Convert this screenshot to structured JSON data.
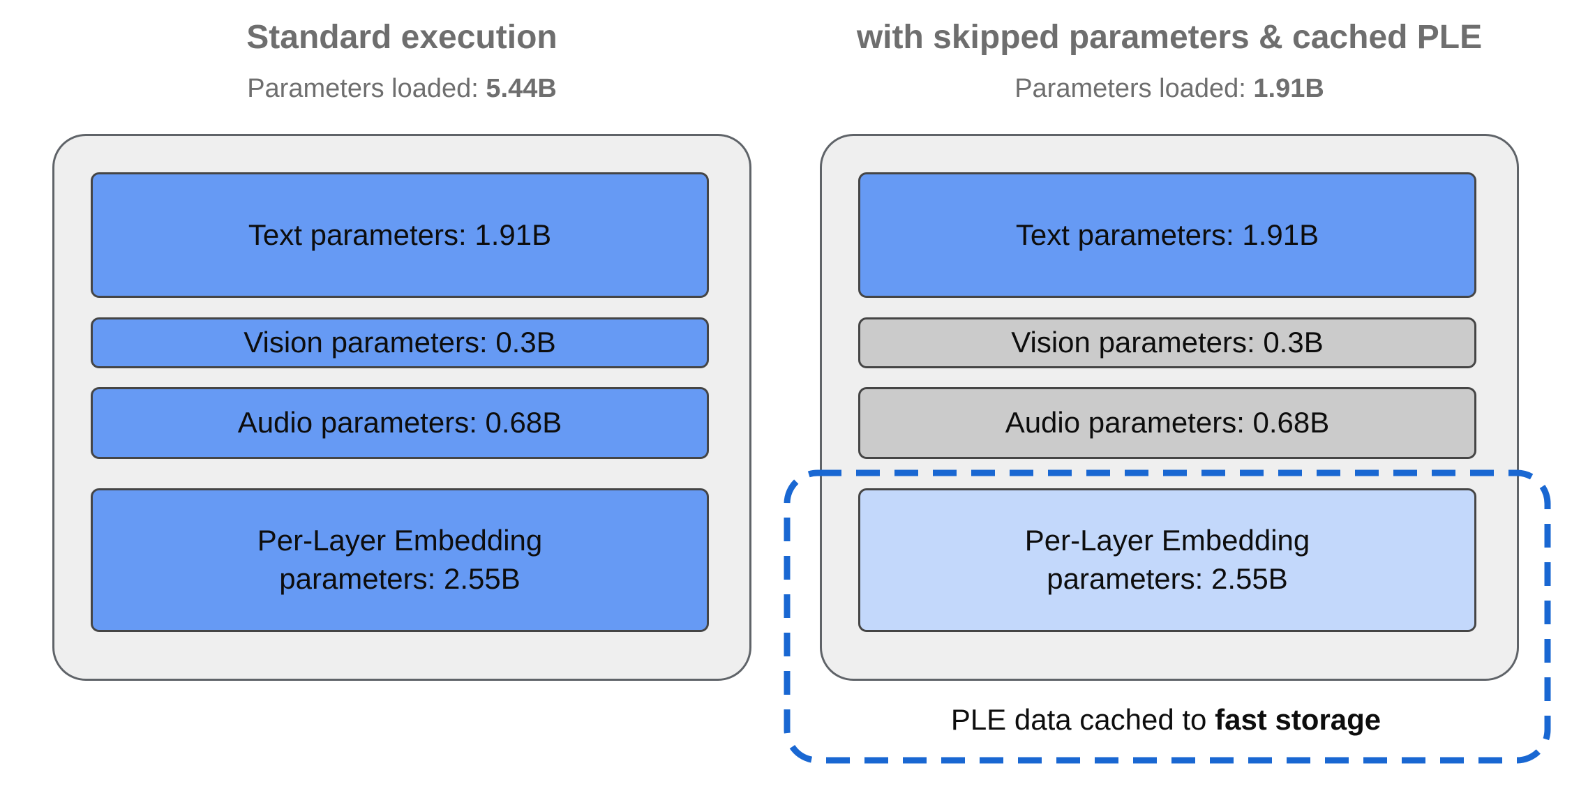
{
  "colors": {
    "blue": "#669af4",
    "light_blue": "#c3d8fb",
    "gray_box": "#cbcbcb",
    "container_bg": "#efefef",
    "container_border": "#5f6368",
    "box_border": "#454545",
    "dashed_blue": "#1967d2",
    "title_gray": "#6e6e6e",
    "text_black": "#0d0d0d"
  },
  "left": {
    "title": "Standard execution",
    "subtitle_label": "Parameters loaded: ",
    "subtitle_value": "5.44B",
    "boxes": [
      {
        "label": "Text parameters: 1.91B",
        "status": "loaded"
      },
      {
        "label": "Vision parameters: 0.3B",
        "status": "loaded"
      },
      {
        "label": "Audio parameters: 0.68B",
        "status": "loaded"
      },
      {
        "label": "Per-Layer Embedding parameters: 2.55B",
        "lines": [
          "Per-Layer Embedding",
          "parameters: 2.55B"
        ],
        "status": "loaded"
      }
    ]
  },
  "right": {
    "title": "with skipped parameters & cached PLE",
    "subtitle_label": "Parameters loaded: ",
    "subtitle_value": "1.91B",
    "boxes": [
      {
        "label": "Text parameters: 1.91B",
        "status": "loaded"
      },
      {
        "label": "Vision parameters: 0.3B",
        "status": "skipped"
      },
      {
        "label": "Audio parameters: 0.68B",
        "status": "skipped"
      },
      {
        "label": "Per-Layer Embedding parameters: 2.55B",
        "lines": [
          "Per-Layer Embedding",
          "parameters: 2.55B"
        ],
        "status": "cached"
      }
    ],
    "caption_regular": "PLE data cached to ",
    "caption_bold": "fast storage"
  }
}
